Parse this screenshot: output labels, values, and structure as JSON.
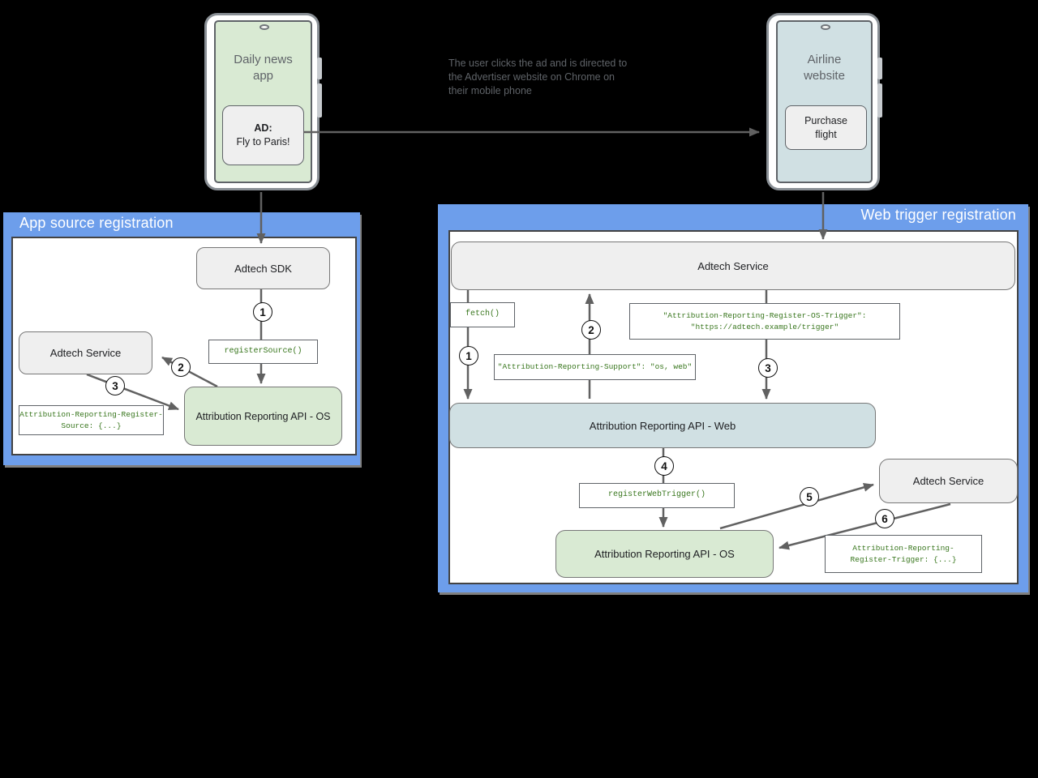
{
  "colors": {
    "background": "#000000",
    "panel_blue": "#6d9eeb",
    "node_gray": "#efefef",
    "node_green": "#d9ead3",
    "node_blue": "#d0e0e3",
    "code_green": "#38761d",
    "arrow_gray": "#616161",
    "title_white": "#ffffff"
  },
  "scene": {
    "left_phone": {
      "title": "Daily news\napp",
      "ad_label": "AD:",
      "ad_text": "Fly to Paris!"
    },
    "right_phone": {
      "title": "Airline\nwebsite",
      "button": "Purchase\nflight"
    },
    "annotation": "The user clicks the ad and is directed to\nthe Advertiser website on Chrome on\ntheir mobile phone"
  },
  "app_panel": {
    "title": "App source registration",
    "nodes": {
      "adtech_sdk": "Adtech SDK",
      "register_source": "registerSource()",
      "adtech_service": "Adtech Service",
      "api_os": "Attribution Reporting API - OS",
      "source_header": "Attribution-Reporting-Register-\nSource: {...}"
    },
    "steps": {
      "s1": "1",
      "s2": "2",
      "s3": "3"
    }
  },
  "web_panel": {
    "title": "Web trigger registration",
    "nodes": {
      "adtech_service": "Adtech Service",
      "fetch": "fetch()",
      "os_trigger_header": "\"Attribution-Reporting-Register-OS-Trigger\":\n\"https://adtech.example/trigger\"",
      "support_header": "\"Attribution-Reporting-Support\": \"os, web\"",
      "api_web": "Attribution Reporting API - Web",
      "register_web_trigger": "registerWebTrigger()",
      "api_os": "Attribution Reporting API - OS",
      "adtech_service_2": "Adtech Service",
      "register_trigger_header": "Attribution-Reporting-\nRegister-Trigger: {...}"
    },
    "steps": {
      "s1": "1",
      "s2": "2",
      "s3": "3",
      "s4": "4",
      "s5": "5",
      "s6": "6"
    }
  }
}
